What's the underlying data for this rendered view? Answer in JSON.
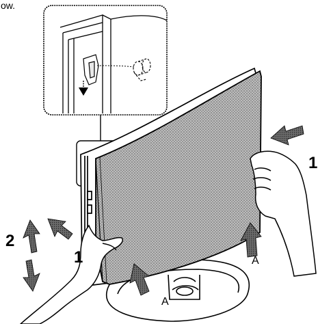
{
  "figure": {
    "top_fragment": "ow.",
    "step_labels": {
      "push_right": "1",
      "push_left": "1",
      "lower_left": "2"
    },
    "point_labels": {
      "bottom_left": "A",
      "right": "A"
    },
    "colors": {
      "line": "#000000",
      "grille": "#9a9a9a",
      "arrow": "#5a5a5a",
      "background": "#ffffff"
    },
    "icons": {
      "push_arrow": "thick-arrow-icon",
      "down_arrow": "down-arrow-icon",
      "hand": "hand-icon"
    }
  }
}
